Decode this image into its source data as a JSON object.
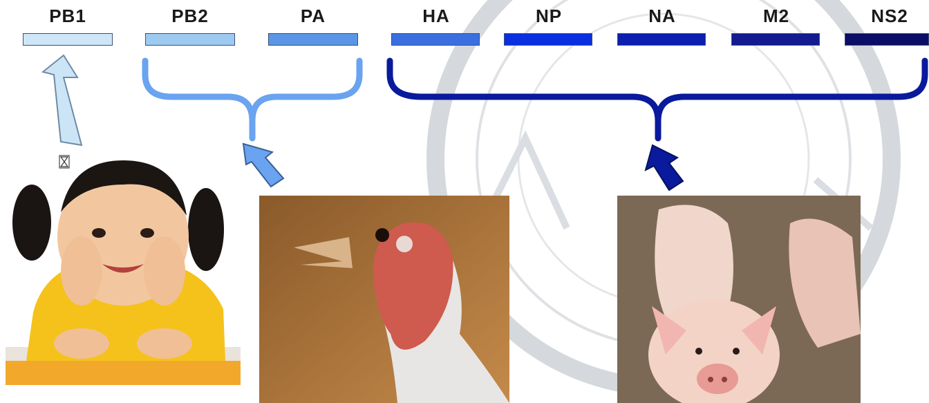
{
  "segments": [
    {
      "label": "PB1",
      "color": "#cfe6f7"
    },
    {
      "label": "PB2",
      "color": "#9ccaf1"
    },
    {
      "label": "PA",
      "color": "#5b95e6"
    },
    {
      "label": "HA",
      "color": "#3b6fe0"
    },
    {
      "label": "NP",
      "color": "#0a2fe0"
    },
    {
      "label": "NA",
      "color": "#0c1fb0"
    },
    {
      "label": "M2",
      "color": "#141a8f"
    },
    {
      "label": "NS2",
      "color": "#0a0e66"
    }
  ],
  "sources": [
    {
      "name": "human",
      "icon": "girl-photo"
    },
    {
      "name": "bird",
      "icon": "turkey-photo"
    },
    {
      "name": "swine",
      "icon": "pig-photo"
    }
  ],
  "colors": {
    "light_arrow": "#cce5f6",
    "mid_bracket": "#6aa3ef",
    "dark_bracket": "#0a1a9c",
    "seal": "#cfd3d8"
  }
}
